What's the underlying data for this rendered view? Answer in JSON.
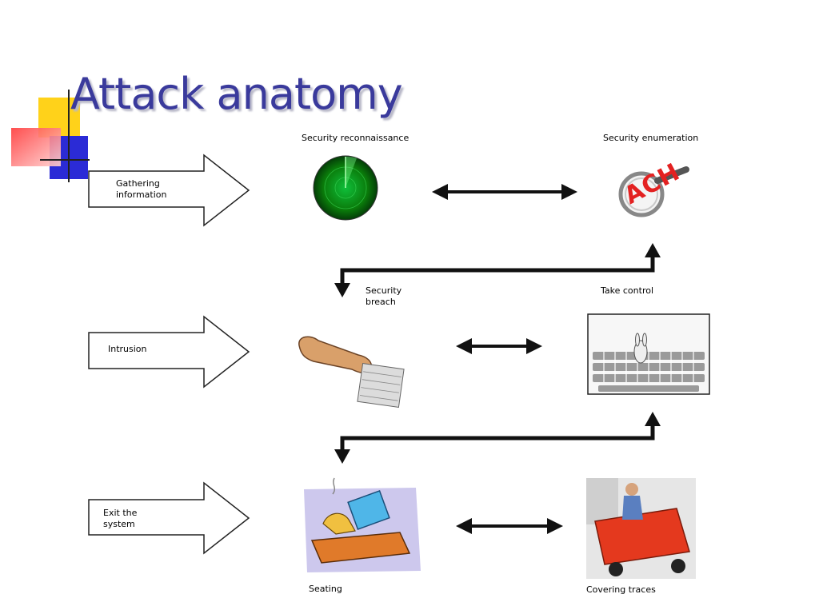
{
  "slide": {
    "title": "Attack anatomy"
  },
  "stages": {
    "gathering": "Gathering information",
    "intrusion": "Intrusion",
    "exit": "Exit the system"
  },
  "steps": {
    "reconnaissance": "Security reconnaissance",
    "enumeration": "Security enumeration",
    "breach": "Security breach",
    "control": "Take control",
    "seating": "Seating",
    "covering": "Covering traces"
  },
  "images": {
    "enumeration_text": "ACH"
  },
  "colors": {
    "title": "#3a3a9c",
    "deco_yellow": "#ffd21a",
    "deco_blue": "#2b2bd6",
    "deco_red": "#ff3b3b",
    "radar": "#0a7a0a"
  }
}
